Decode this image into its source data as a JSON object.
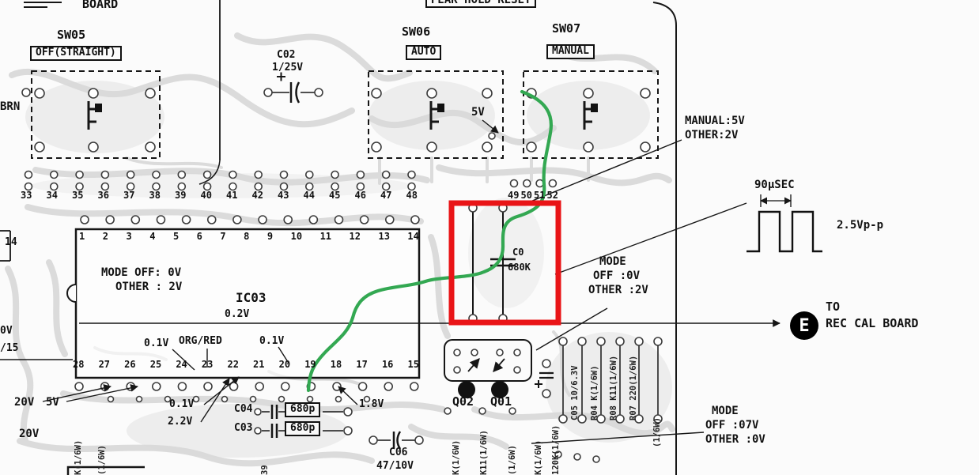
{
  "colors": {
    "highlight_red": "#e91417",
    "trace_green": "#33a852",
    "ink": "#161616"
  },
  "header": {
    "board": "BOARD",
    "peak_hold_reset": "PEAK HOLD RESET"
  },
  "switches": {
    "sw05": {
      "name": "SW05",
      "mode": "OFF(STRAIGHT)"
    },
    "sw06": {
      "name": "SW06",
      "mode": "AUTO"
    },
    "sw07": {
      "name": "SW07",
      "mode": "MANUAL"
    }
  },
  "capacitors": {
    "c02": {
      "ref": "C02",
      "value": "1/25V"
    },
    "c04": {
      "ref": "C04",
      "value": "680p"
    },
    "c03": {
      "ref": "C03",
      "value": "680p"
    },
    "c06": {
      "ref": "C06",
      "value": "47/10V"
    }
  },
  "ic": {
    "ref": "IC03",
    "v_under": "0.2V",
    "mode_line1": "MODE OFF: 0V",
    "mode_line2": "OTHER : 2V",
    "v_left": "0.1V",
    "wire": "ORG/RED",
    "v_mid": "0.1V"
  },
  "transistors": {
    "q02": "Q02",
    "q01": "Q01"
  },
  "pins": {
    "top_row": [
      "33",
      "34",
      "35",
      "36",
      "37",
      "38",
      "39",
      "40",
      "41",
      "42",
      "43",
      "44",
      "45",
      "46",
      "47",
      "48"
    ],
    "top_row2": [
      "49",
      "50",
      "51",
      "52"
    ],
    "ic_top": [
      "1",
      "2",
      "3",
      "4",
      "5",
      "6",
      "7",
      "8",
      "9",
      "10",
      "11",
      "12",
      "13",
      "14"
    ],
    "ic_bottom": [
      "28",
      "27",
      "26",
      "25",
      "24",
      "23",
      "22",
      "21",
      "20",
      "19",
      "18",
      "17",
      "16",
      "15"
    ]
  },
  "annotations": {
    "brn": "BRN",
    "sw06_5v": "5V",
    "manual_l1": "MANUAL:5V",
    "manual_l2": "OTHER:2V",
    "pulse_width": "90µSEC",
    "pulse_amp": "2.5Vp-p",
    "mode_mid": {
      "l1": "MODE",
      "l2": "OFF :0V",
      "l3": "OTHER :2V"
    },
    "e_badge": "E",
    "to_l1": "TO",
    "to_l2": "REC CAL BOARD",
    "mode_bottom": {
      "l1": "MODE",
      "l2": "OFF :07V",
      "l3": "OTHER :0V"
    },
    "edge_14": "14",
    "edge_0v": "0V",
    "edge_15": "/15",
    "v20_a": "20V",
    "v5": "5V",
    "v20_b": "20V",
    "v01": "0.1V",
    "v22": "2.2V",
    "v18": "1.8V",
    "redbox_c": "C0",
    "redbox_val": "680K"
  },
  "vlabels": [
    "K(1/6W)",
    "K11(1/6W)",
    "(1/6W)",
    "K(1/6W)",
    "120K(1/6W)",
    "C05 10/6.3V",
    "R04 K(1/6W)",
    "R08 K11(1/6W)",
    "R07 220(1/6W)",
    "(1/6W)",
    "K(1/6W)",
    "(1/6W)",
    "39"
  ]
}
